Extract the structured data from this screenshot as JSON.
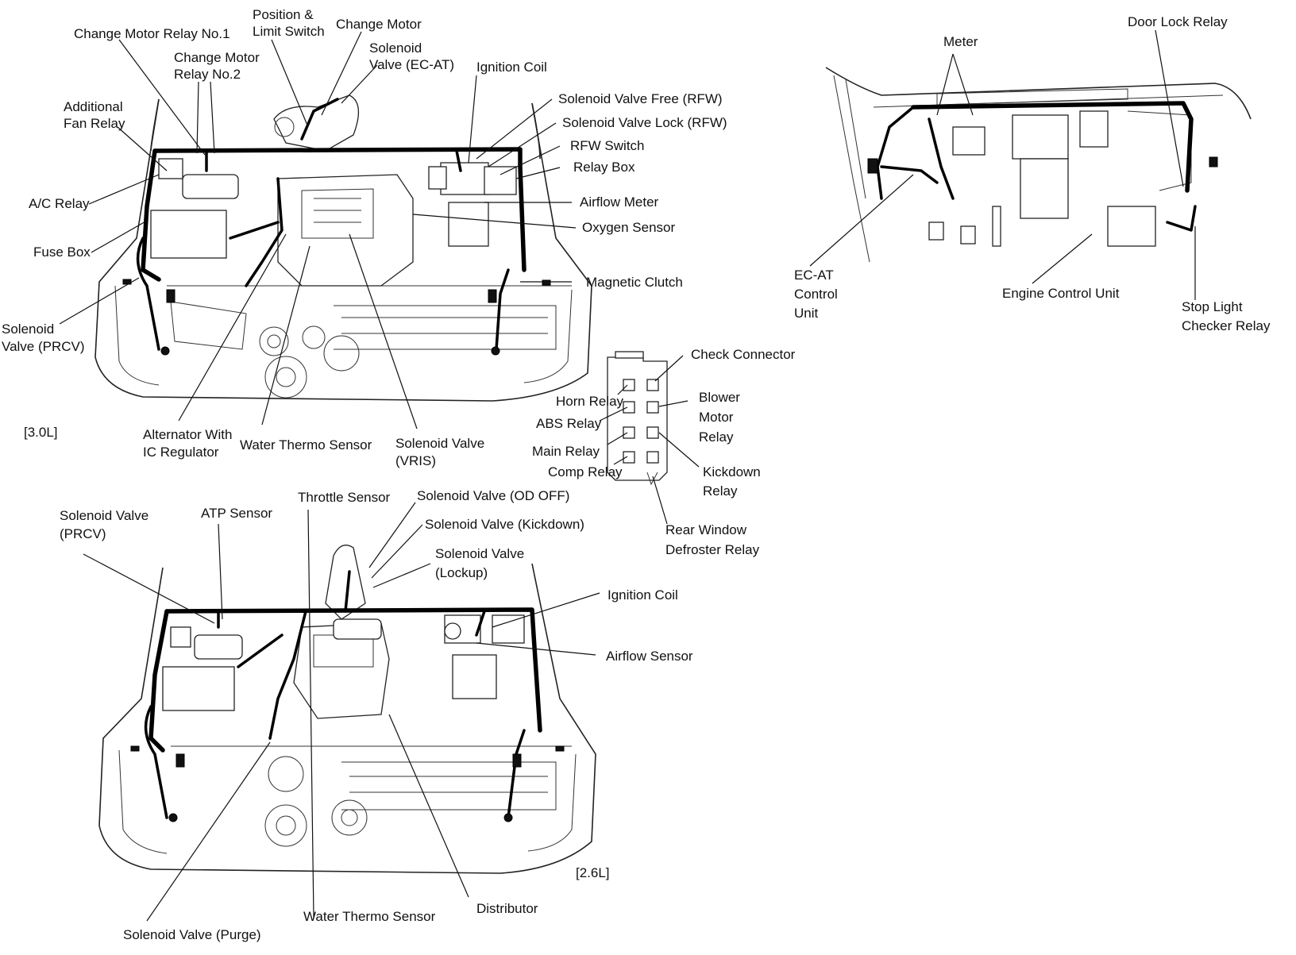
{
  "top_view": {
    "labels": {
      "change_motor_relay_1": "Change Motor Relay No.1",
      "position_limit_1": "Position &",
      "position_limit_2": "Limit Switch",
      "change_motor": "Change Motor",
      "change_motor_relay_2a": "Change Motor",
      "change_motor_relay_2b": "Relay No.2",
      "solenoid_ecat_1": "Solenoid",
      "solenoid_ecat_2": "Valve (EC-AT)",
      "ignition_coil": "Ignition Coil",
      "additional_fan_1": "Additional",
      "additional_fan_2": "Fan Relay",
      "sv_free": "Solenoid Valve Free (RFW)",
      "sv_lock": "Solenoid Valve Lock (RFW)",
      "rfw_switch": "RFW Switch",
      "relay_box": "Relay Box",
      "ac_relay": "A/C Relay",
      "airflow_meter": "Airflow Meter",
      "oxygen_sensor": "Oxygen Sensor",
      "fuse_box": "Fuse Box",
      "magnetic_clutch": "Magnetic Clutch",
      "solenoid_prcv_1": "Solenoid",
      "solenoid_prcv_2": "Valve (PRCV)",
      "engine_tag": "[3.0L]",
      "alternator_1": "Alternator With",
      "alternator_2": "IC Regulator",
      "water_thermo": "Water Thermo Sensor",
      "sv_vris_1": "Solenoid Valve",
      "sv_vris_2": "(VRIS)"
    }
  },
  "relay_box": {
    "labels": {
      "check_connector": "Check Connector",
      "horn_relay": "Horn Relay",
      "blower_1": "Blower",
      "blower_2": "Motor",
      "blower_3": "Relay",
      "abs_relay": "ABS Relay",
      "main_relay": "Main Relay",
      "comp_relay": "Comp Relay",
      "kickdown_1": "Kickdown",
      "kickdown_2": "Relay",
      "rear_window_1": "Rear Window",
      "rear_window_2": "Defroster Relay"
    }
  },
  "dash_view": {
    "labels": {
      "door_lock_relay": "Door Lock Relay",
      "meter": "Meter",
      "ecat_1": "EC-AT",
      "ecat_2": "Control",
      "ecat_3": "Unit",
      "ecu": "Engine Control Unit",
      "stop_light_1": "Stop Light",
      "stop_light_2": "Checker Relay"
    }
  },
  "bottom_view": {
    "labels": {
      "solenoid_prcv_1": "Solenoid Valve",
      "solenoid_prcv_2": "(PRCV)",
      "atp_sensor": "ATP Sensor",
      "throttle_sensor": "Throttle Sensor",
      "sv_od_off": "Solenoid Valve (OD OFF)",
      "sv_kickdown": "Solenoid Valve (Kickdown)",
      "sv_lockup_1": "Solenoid Valve",
      "sv_lockup_2": "(Lockup)",
      "ignition_coil": "Ignition Coil",
      "airflow_sensor": "Airflow Sensor",
      "engine_tag": "[2.6L]",
      "distributor": "Distributor",
      "water_thermo": "Water Thermo Sensor",
      "sv_purge": "Solenoid Valve (Purge)"
    }
  }
}
